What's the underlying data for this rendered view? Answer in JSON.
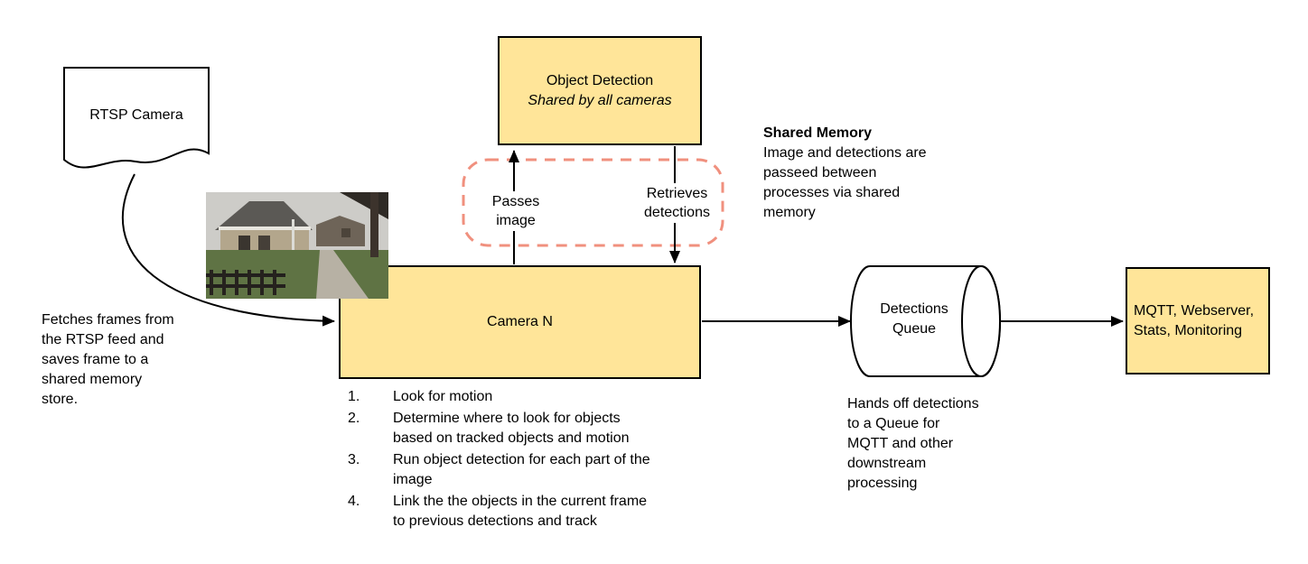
{
  "colors": {
    "node_fill": "#FFE599",
    "node_border": "#000000",
    "shared_memory_dash": "#F0907E",
    "arrow": "#000000"
  },
  "diagram": {
    "rtsp_camera": {
      "label": "RTSP Camera"
    },
    "fetch_note": "Fetches frames from\nthe RTSP feed and\nsaves frame to a\nshared memory\nstore.",
    "object_detection": {
      "title": "Object Detection",
      "subtitle": "Shared by all cameras"
    },
    "edge_labels": {
      "passes_image": "Passes\nimage",
      "retrieves_detections": "Retrieves\ndetections"
    },
    "shared_memory": {
      "title": "Shared Memory",
      "body": "Image and detections are\npasseed between\nprocesses via shared\nmemory"
    },
    "camera_n": {
      "label": "Camera N",
      "steps": [
        "Look for motion",
        "Determine where to look for objects\nbased on tracked objects and motion",
        "Run object detection for each part of the\nimage",
        "Link the the objects in the current frame\nto previous detections and track"
      ]
    },
    "detections_queue": {
      "label": "Detections\nQueue",
      "note": "Hands off detections\nto a Queue for\nMQTT and other\ndownstream\nprocessing"
    },
    "outputs": {
      "label": "MQTT, Webserver,\nStats, Monitoring"
    }
  }
}
